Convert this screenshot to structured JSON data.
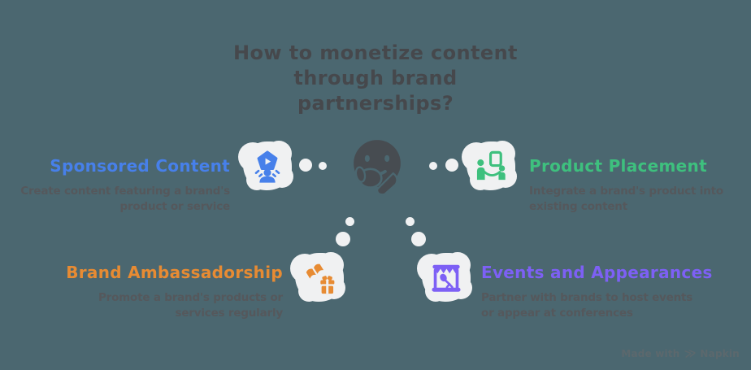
{
  "colors": {
    "background": "#4b6770",
    "cloud": "#f0f1f2",
    "title_text": "#46484c",
    "description_text": "#55585c",
    "emoji": "#474c51",
    "footer_text": "#5c686d"
  },
  "title": {
    "lines": [
      "How to monetize content",
      "through brand",
      "partnerships?"
    ]
  },
  "center_figure": {
    "name": "thinking-face-emoji"
  },
  "sections": [
    {
      "heading": "Sponsored Content",
      "heading_color": "#4780ea",
      "icon": "video-creator-icon",
      "icon_color": "#4780ea",
      "desc_lines": [
        "Create content featuring a brand's",
        "product or service"
      ]
    },
    {
      "heading": "Product Placement",
      "heading_color": "#3ec07e",
      "icon": "product-display-icon",
      "icon_color": "#3ec07e",
      "desc_lines": [
        "Integrate a brand's product into",
        "existing content"
      ]
    },
    {
      "heading": "Brand Ambassadorship",
      "heading_color": "#e78b33",
      "icon": "flag-gift-icon",
      "icon_color": "#e78b33",
      "desc_lines": [
        "Promote a brand's products or",
        "services regularly"
      ]
    },
    {
      "heading": "Events and Appearances",
      "heading_color": "#7d60f5",
      "icon": "event-stage-icon",
      "icon_color": "#7d60f5",
      "desc_lines": [
        "Partner with brands to host events",
        "or appear at conferences"
      ]
    }
  ],
  "footer": {
    "made_with": "Made with",
    "logo": "≫",
    "brand": "Napkin"
  }
}
